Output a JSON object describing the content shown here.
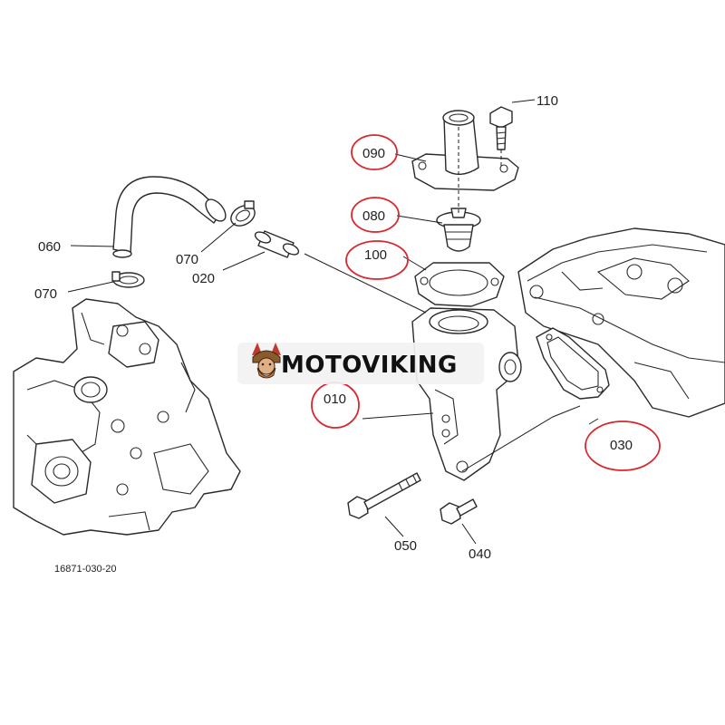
{
  "brand": {
    "name": "MOTOVIKING",
    "logo_icon": "viking-head-icon"
  },
  "reference_code": "16871-030-20",
  "colors": {
    "highlight_ring": "#d9272e",
    "line_art": "#2a2a2a",
    "background": "#ffffff"
  },
  "callouts": [
    {
      "id": "110",
      "label": "110",
      "highlighted": false
    },
    {
      "id": "090",
      "label": "090",
      "highlighted": true
    },
    {
      "id": "080",
      "label": "080",
      "highlighted": true
    },
    {
      "id": "100",
      "label": "100",
      "highlighted": true
    },
    {
      "id": "060",
      "label": "060",
      "highlighted": false
    },
    {
      "id": "070a",
      "label": "070",
      "highlighted": false
    },
    {
      "id": "070b",
      "label": "070",
      "highlighted": false
    },
    {
      "id": "020",
      "label": "020",
      "highlighted": false
    },
    {
      "id": "010",
      "label": "010",
      "highlighted": true
    },
    {
      "id": "030",
      "label": "030",
      "highlighted": true
    },
    {
      "id": "050",
      "label": "050",
      "highlighted": false
    },
    {
      "id": "040",
      "label": "040",
      "highlighted": false
    }
  ]
}
